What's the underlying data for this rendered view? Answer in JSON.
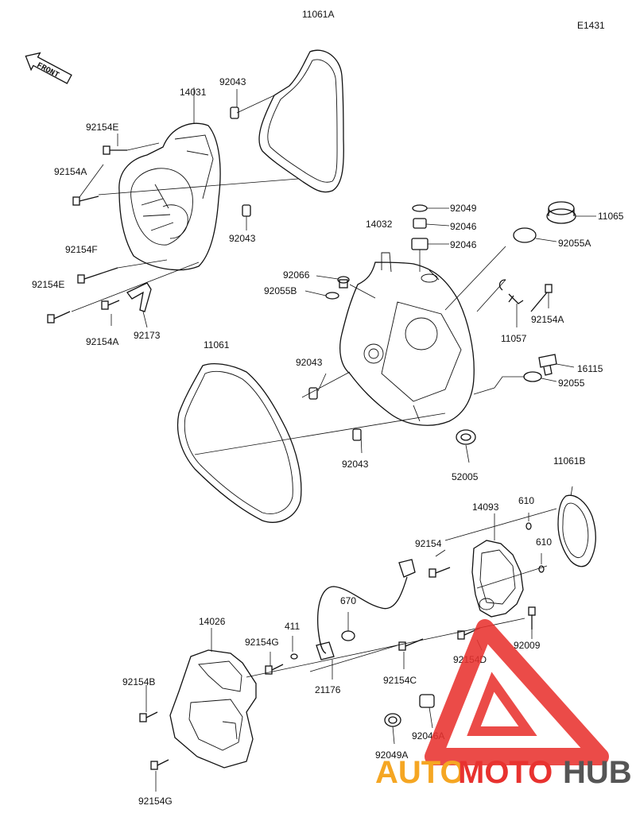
{
  "diagram_code": "E1431",
  "front_label": "FRONT",
  "callouts": {
    "c11061A": "11061A",
    "c14031": "14031",
    "c92043a": "92043",
    "c92154E_top": "92154E",
    "c92154A_top": "92154A",
    "c92043b": "92043",
    "c92154F": "92154F",
    "c92154E_low": "92154E",
    "c92154A_low": "92154A",
    "c92173": "92173",
    "c92049": "92049",
    "c92046a": "92046",
    "c92046b": "92046",
    "c14032": "14032",
    "c11065": "11065",
    "c92055A": "92055A",
    "c92066": "92066",
    "c92055B": "92055B",
    "c92154A_right": "92154A",
    "c11057": "11057",
    "c11061": "11061",
    "c92043c": "92043",
    "c16115": "16115",
    "c92055": "92055",
    "c92043d": "92043",
    "c52005": "52005",
    "c11061B": "11061B",
    "c14093": "14093",
    "c610a": "610",
    "c92154": "92154",
    "c610b": "610",
    "c670": "670",
    "c14026": "14026",
    "c411": "411",
    "c92154G_top": "92154G",
    "c21176": "21176",
    "c92154B": "92154B",
    "c92154C": "92154C",
    "c92154D": "92154D",
    "c92009": "92009",
    "c92046A": "92046A",
    "c92049A": "92049A",
    "c92154G_low": "92154G"
  },
  "watermark": {
    "part1": "AUTO",
    "part2": "MOTO",
    "part3": "HUB",
    "color_red": "#e8322f",
    "color_orange": "#f5a623",
    "color_gray": "#555555"
  }
}
